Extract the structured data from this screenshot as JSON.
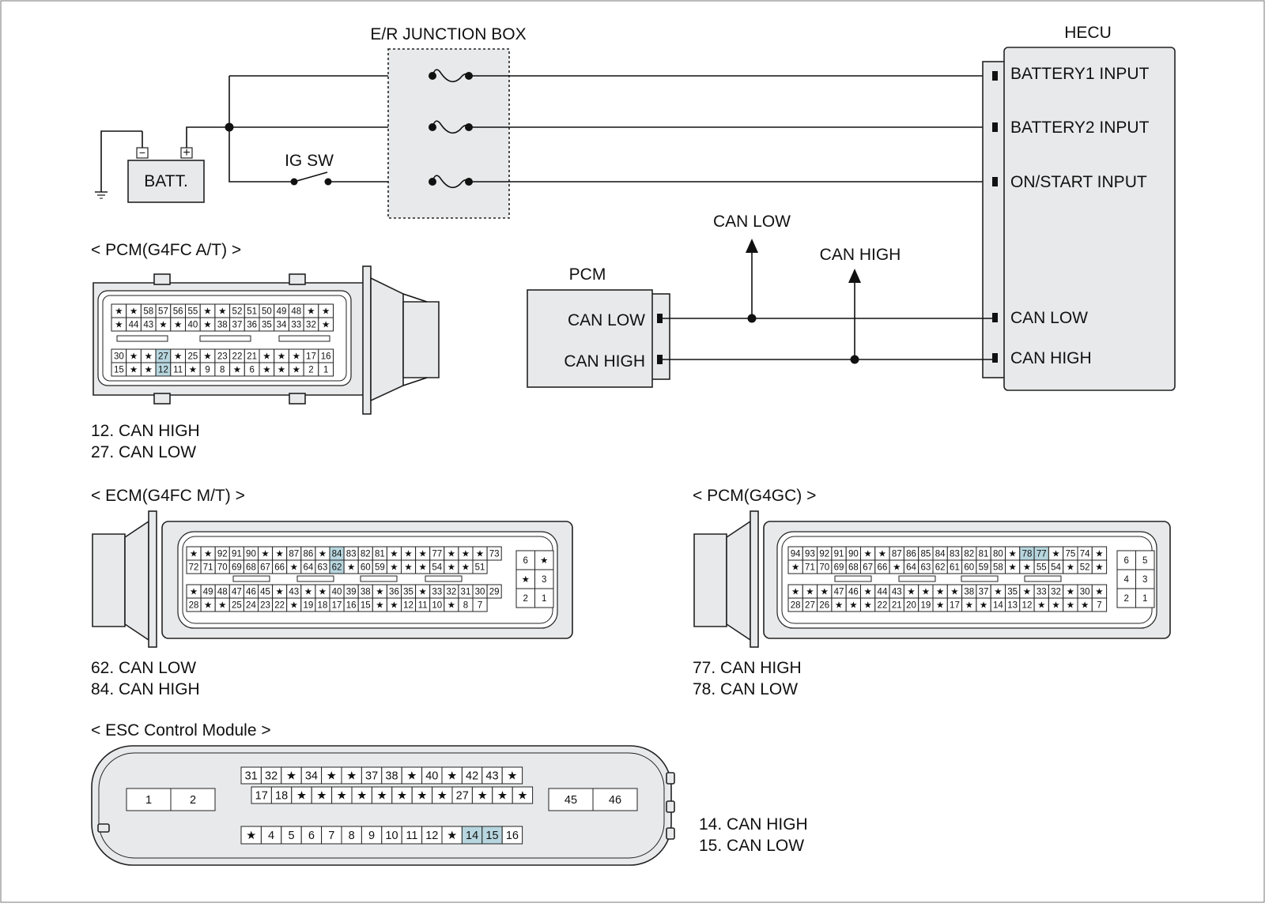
{
  "colors": {
    "connector_body": "#e8e9ea",
    "pin_highlight": "#b7d6df",
    "line": "#111111"
  },
  "labels": {
    "junction_box": "E/R JUNCTION BOX",
    "hecu": "HECU",
    "batt": "BATT.",
    "ig_sw": "IG SW",
    "battery1_input": "BATTERY1 INPUT",
    "battery2_input": "BATTERY2 INPUT",
    "on_start_input": "ON/START INPUT",
    "hecu_can_low": "CAN LOW",
    "hecu_can_high": "CAN HIGH",
    "pcm": "PCM",
    "pcm_can_low": "CAN LOW",
    "pcm_can_high": "CAN HIGH",
    "arrow_can_low": "CAN LOW",
    "arrow_can_high": "CAN HIGH",
    "neg_terminal": "−",
    "pos_terminal": "+"
  },
  "connectors": {
    "pcm_g4fc_at": {
      "title": "< PCM(G4FC A/T) >",
      "rows": [
        [
          "★",
          "★",
          "58",
          "57",
          "56",
          "55",
          "★",
          "★",
          "52",
          "51",
          "50",
          "49",
          "48",
          "★",
          "★"
        ],
        [
          "★",
          "44",
          "43",
          "★",
          "★",
          "40",
          "★",
          "38",
          "37",
          "36",
          "35",
          "34",
          "33",
          "32",
          "★"
        ],
        [
          "30",
          "★",
          "★",
          "27",
          "★",
          "25",
          "★",
          "23",
          "22",
          "21",
          "★",
          "★",
          "★",
          "17",
          "16"
        ],
        [
          "15",
          "★",
          "★",
          "12",
          "11",
          "★",
          "9",
          "8",
          "★",
          "6",
          "★",
          "★",
          "★",
          "2",
          "1"
        ]
      ],
      "highlight": [
        "27",
        "12"
      ],
      "notes": [
        "12. CAN HIGH",
        "27. CAN LOW"
      ]
    },
    "ecm_g4fc_mt": {
      "title": "< ECM(G4FC M/T) >",
      "rows": [
        [
          "★",
          "★",
          "92",
          "91",
          "90",
          "★",
          "★",
          "87",
          "86",
          "★",
          "84",
          "83",
          "82",
          "81",
          "★",
          "★",
          "★",
          "77",
          "★",
          "★",
          "★",
          "73"
        ],
        [
          "72",
          "71",
          "70",
          "69",
          "68",
          "67",
          "66",
          "★",
          "64",
          "63",
          "62",
          "★",
          "60",
          "59",
          "★",
          "★",
          "★",
          "54",
          "★",
          "★",
          "51"
        ],
        [
          "★",
          "49",
          "48",
          "47",
          "46",
          "45",
          "★",
          "43",
          "★",
          "★",
          "40",
          "39",
          "38",
          "★",
          "36",
          "35",
          "★",
          "33",
          "32",
          "31",
          "30",
          "29"
        ],
        [
          "28",
          "★",
          "★",
          "25",
          "24",
          "23",
          "22",
          "★",
          "19",
          "18",
          "17",
          "16",
          "15",
          "★",
          "★",
          "12",
          "11",
          "10",
          "★",
          "8",
          "7"
        ]
      ],
      "side": [
        [
          "6",
          "★"
        ],
        [
          "★",
          "3"
        ],
        [
          "2",
          "1"
        ]
      ],
      "highlight": [
        "84",
        "62"
      ],
      "notes": [
        "62. CAN LOW",
        "84. CAN HIGH"
      ]
    },
    "pcm_g4gc": {
      "title": "< PCM(G4GC) >",
      "rows": [
        [
          "94",
          "93",
          "92",
          "91",
          "90",
          "★",
          "★",
          "87",
          "86",
          "85",
          "84",
          "83",
          "82",
          "81",
          "80",
          "★",
          "78",
          "77",
          "★",
          "75",
          "74",
          "★"
        ],
        [
          "★",
          "71",
          "70",
          "69",
          "68",
          "67",
          "66",
          "★",
          "64",
          "63",
          "62",
          "61",
          "60",
          "59",
          "58",
          "★",
          "★",
          "55",
          "54",
          "★",
          "52",
          "★"
        ],
        [
          "★",
          "★",
          "★",
          "47",
          "46",
          "★",
          "44",
          "43",
          "★",
          "★",
          "★",
          "★",
          "38",
          "37",
          "★",
          "35",
          "★",
          "33",
          "32",
          "★",
          "30",
          "★"
        ],
        [
          "28",
          "27",
          "26",
          "★",
          "★",
          "★",
          "22",
          "21",
          "20",
          "19",
          "★",
          "17",
          "★",
          "★",
          "14",
          "13",
          "12",
          "★",
          "★",
          "★",
          "★",
          "7"
        ]
      ],
      "side": [
        [
          "6",
          "5"
        ],
        [
          "4",
          "3"
        ],
        [
          "2",
          "1"
        ]
      ],
      "highlight": [
        "78",
        "77"
      ],
      "notes": [
        "77. CAN HIGH",
        "78. CAN LOW"
      ]
    },
    "esc": {
      "title": "< ESC Control Module >",
      "row1": [
        "31",
        "32",
        "★",
        "34",
        "★",
        "★",
        "37",
        "38",
        "★",
        "40",
        "★",
        "42",
        "43",
        "★"
      ],
      "row2": [
        "17",
        "18",
        "★",
        "★",
        "★",
        "★",
        "★",
        "★",
        "★",
        "★",
        "27",
        "★",
        "★",
        "★"
      ],
      "row3": [
        "★",
        "4",
        "5",
        "6",
        "7",
        "8",
        "9",
        "10",
        "11",
        "12",
        "★",
        "14",
        "15",
        "16"
      ],
      "left": [
        "1",
        "2"
      ],
      "right": [
        "45",
        "46"
      ],
      "highlight": [
        "14",
        "15"
      ],
      "notes": [
        "14. CAN HIGH",
        "15. CAN LOW"
      ]
    }
  }
}
